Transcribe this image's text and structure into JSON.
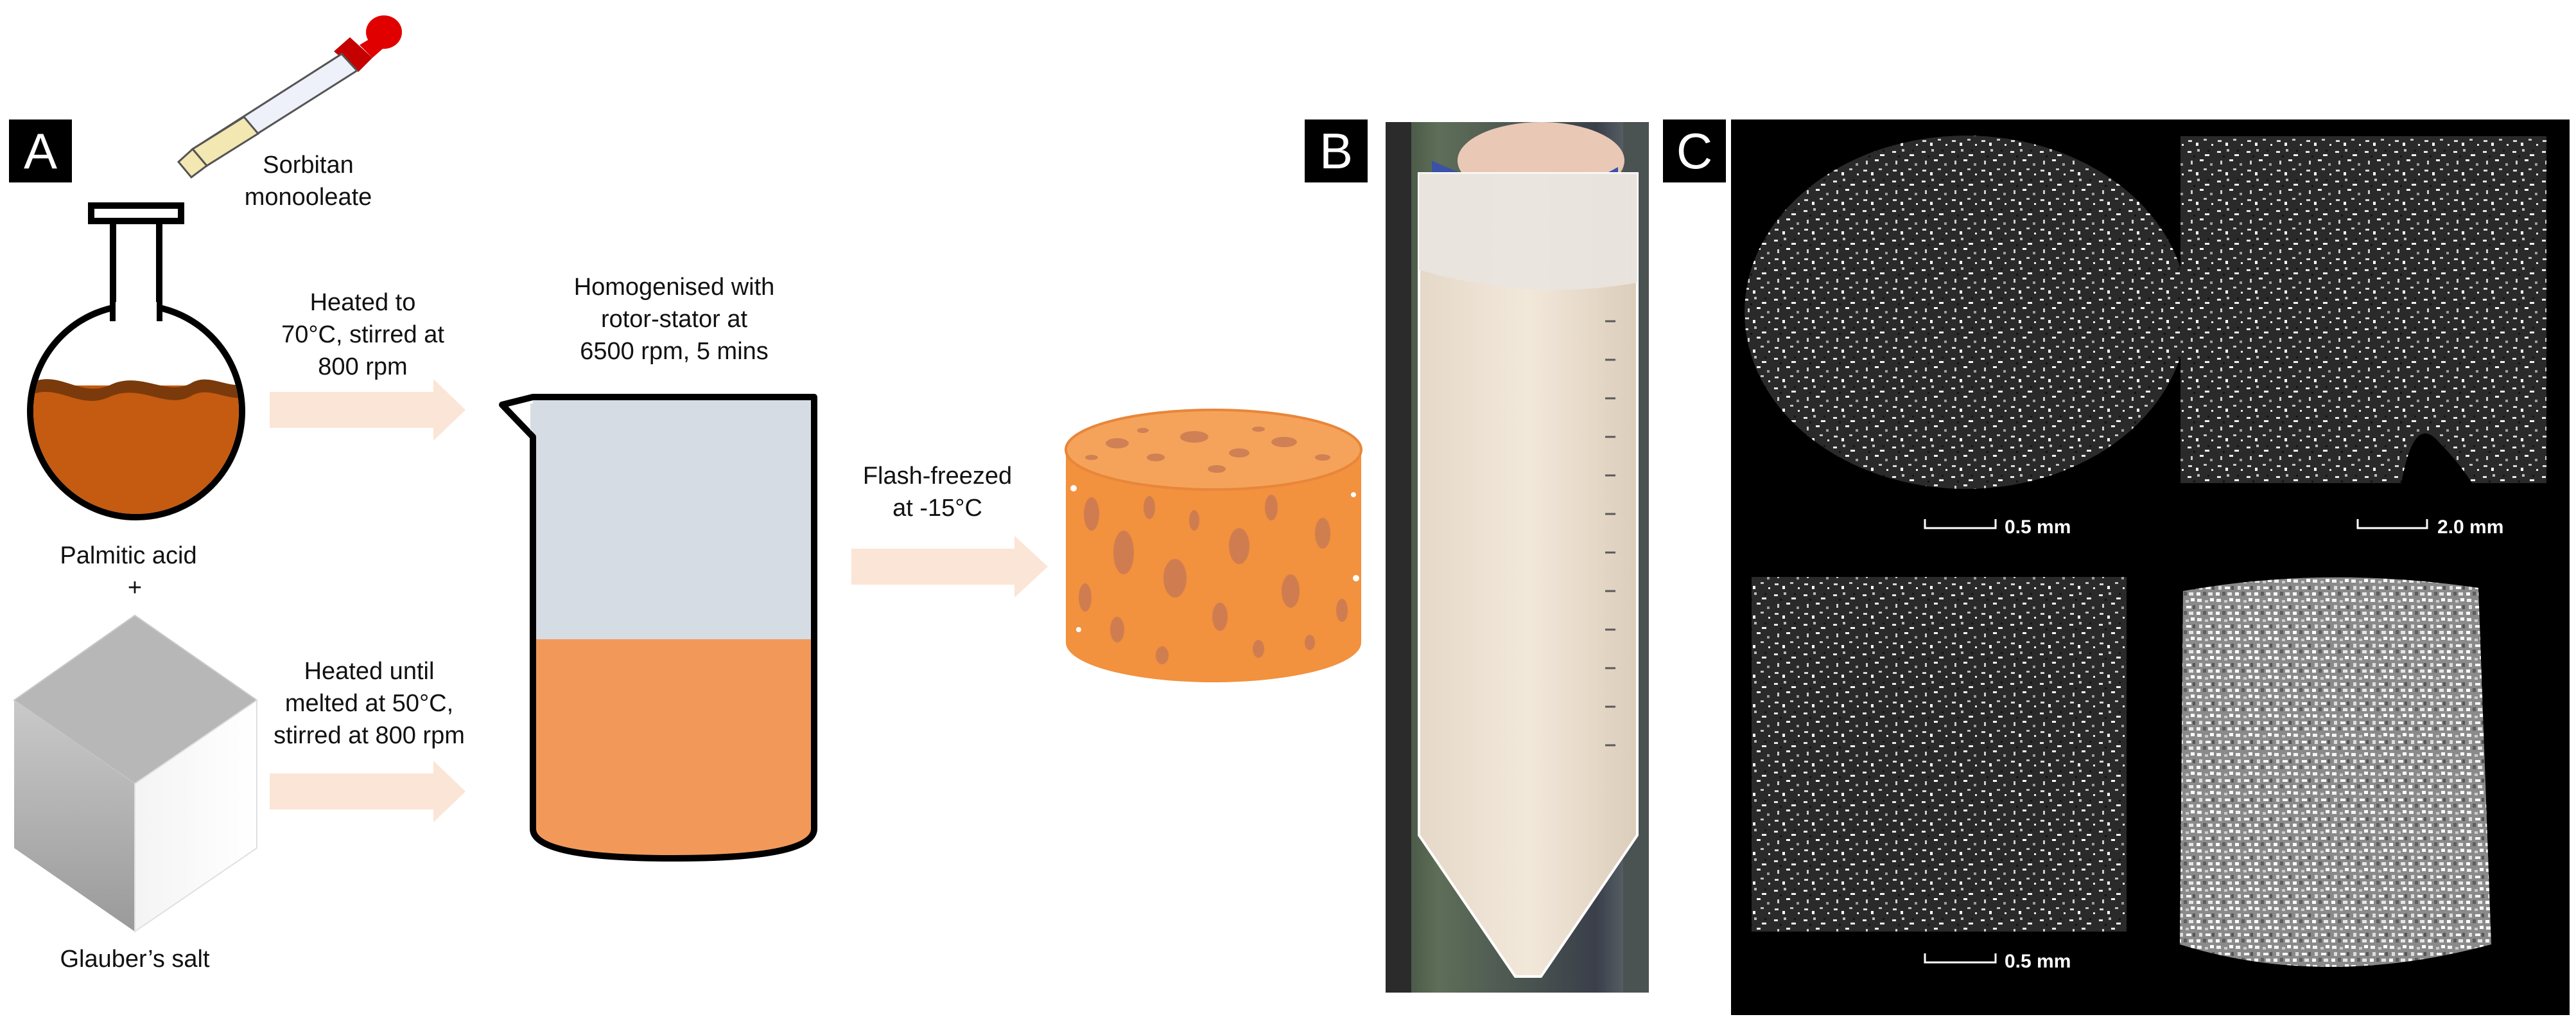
{
  "panels": {
    "a": "A",
    "b": "B",
    "c": "C"
  },
  "labels": {
    "sorbitan": "Sorbitan\nmonooleate",
    "palmitic": "Palmitic acid",
    "plus": "+",
    "glauber": "Glauber’s salt",
    "heated_70": "Heated to\n70°C, stirred at\n800 rpm",
    "heated_50": "Heated until\nmelted at 50°C,\nstirred at 800 rpm",
    "homogenised": "Homogenised with\nrotor-stator at\n6500 rpm, 5 mins",
    "flash": "Flash-freezed\nat -15°C"
  },
  "scale_bars": {
    "top_left": "0.5 mm",
    "top_right": "2.0 mm",
    "bottom_left": "0.5 mm"
  },
  "colors": {
    "orange_light": "#f2995a",
    "orange_dark": "#c55a11",
    "arrow": "#fbe5d6",
    "beaker_top": "#d6dce4",
    "dropper_bulb": "#e00000"
  }
}
